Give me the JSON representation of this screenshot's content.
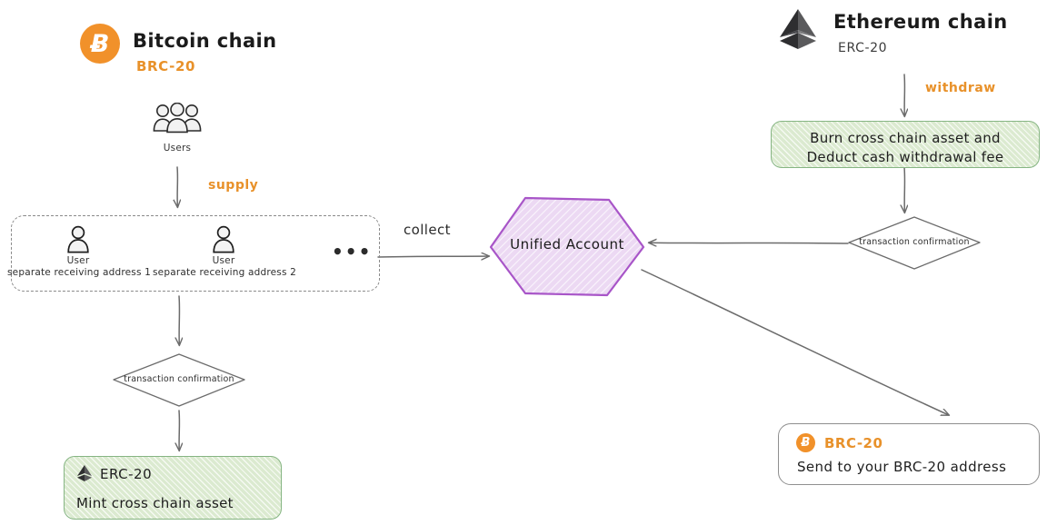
{
  "diagram": {
    "title_left": "Bitcoin chain",
    "title_right": "Ethereum chain",
    "colors": {
      "bitcoin_orange": "#f1912a",
      "ethereum_dark": "#3c3c3d",
      "green_fill": "#dbead0",
      "green_border": "#86b583",
      "purple_fill": "#ecd9f3",
      "purple_border": "#a855c8",
      "line_gray": "#6b6b6b"
    }
  },
  "bitcoin_chain": {
    "icon": "bitcoin-logo-icon",
    "icon_glyph": "Ƀ",
    "title": "Bitcoin chain",
    "standard": "BRC-20"
  },
  "ethereum_chain": {
    "icon": "ethereum-logo-icon",
    "title": "Ethereum chain",
    "standard": "ERC-20"
  },
  "users_node": {
    "icon": "users-group-icon",
    "label": "Users"
  },
  "edges": {
    "supply": "supply",
    "collect": "collect",
    "withdraw": "withdraw"
  },
  "addresses_group": {
    "items": [
      {
        "icon": "user-icon",
        "icon_label": "User",
        "caption": "separate receiving address 1"
      },
      {
        "icon": "user-icon",
        "icon_label": "User",
        "caption": "separate receiving address 2"
      }
    ],
    "ellipsis": "•••"
  },
  "confirmations": {
    "left": "transaction confirmation",
    "right": "transaction confirmation"
  },
  "unified_account": {
    "label": "Unified Account",
    "shape": "hexagon"
  },
  "mint_box": {
    "icon": "ethereum-logo-icon",
    "tag": "ERC-20",
    "text": "Mint cross chain asset"
  },
  "burn_box": {
    "line1": "Burn cross chain asset and",
    "line2": "Deduct cash withdrawal fee"
  },
  "send_box": {
    "icon": "bitcoin-logo-icon",
    "icon_glyph": "Ƀ",
    "tag": "BRC-20",
    "text": "Send to your BRC-20 address"
  }
}
